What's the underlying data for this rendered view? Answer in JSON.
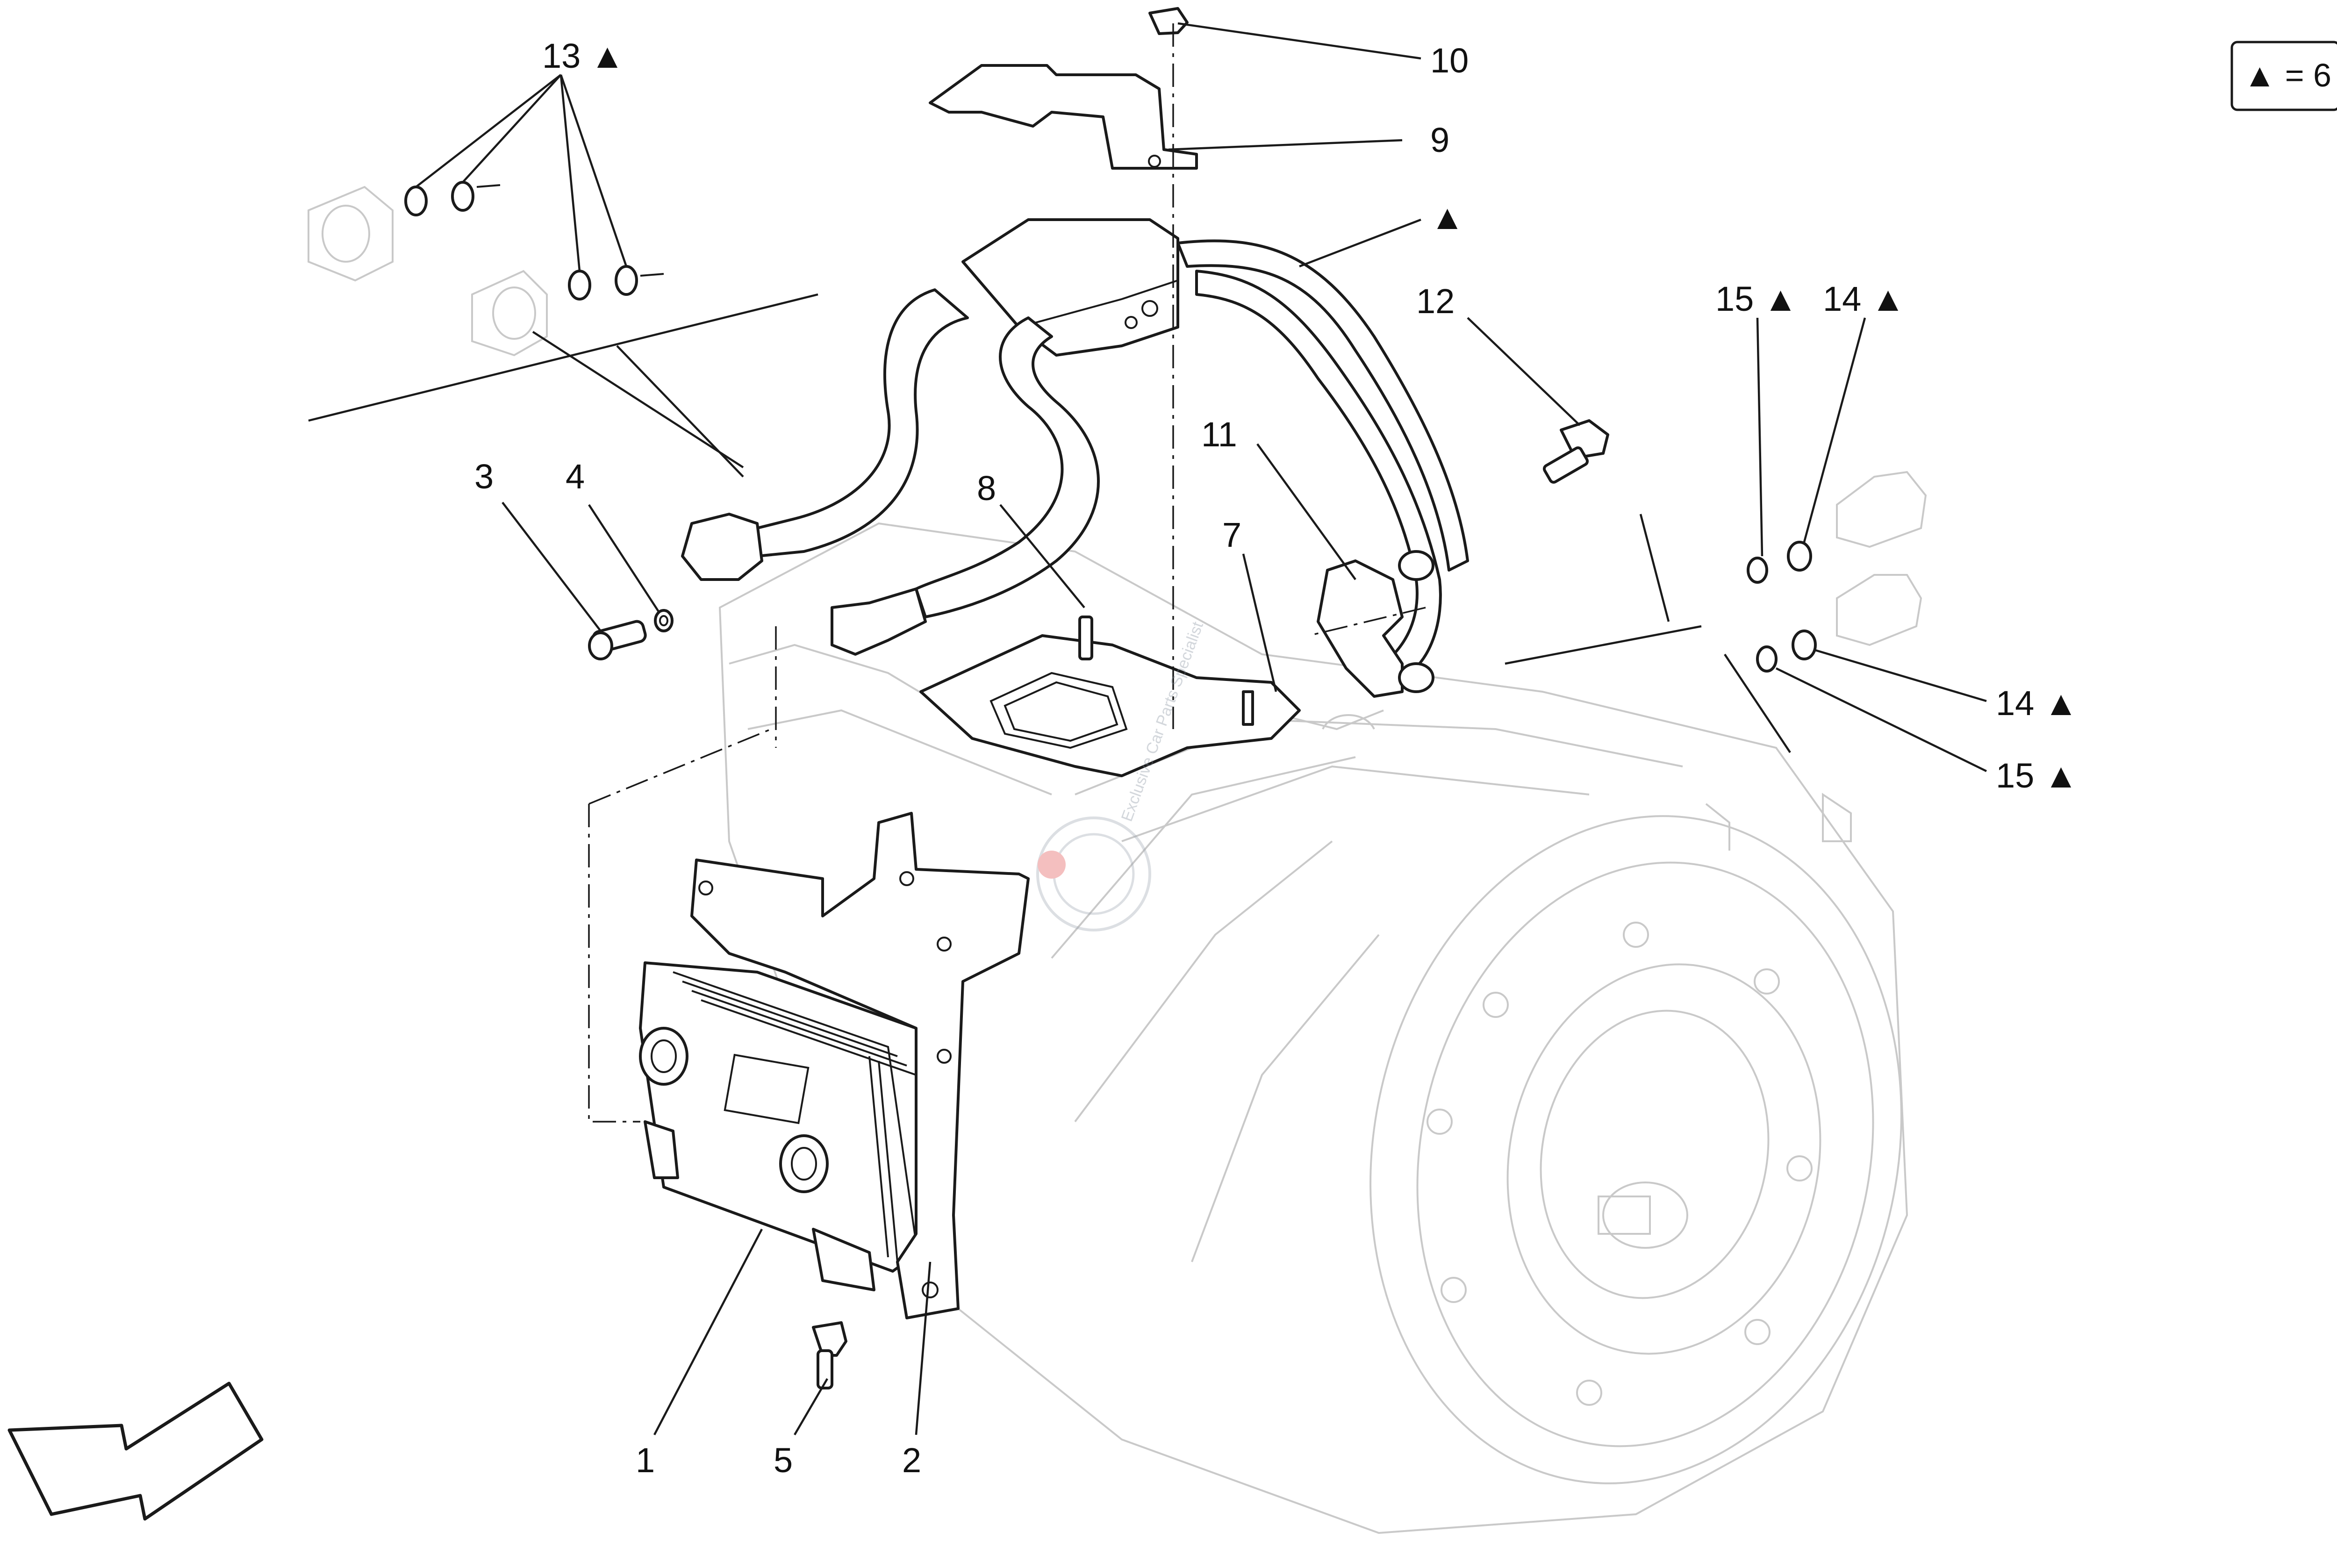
{
  "legend": {
    "text": "▲ = 6"
  },
  "callouts": [
    {
      "id": "c1",
      "label": "1"
    },
    {
      "id": "c2",
      "label": "2"
    },
    {
      "id": "c3",
      "label": "3"
    },
    {
      "id": "c4",
      "label": "4"
    },
    {
      "id": "c5",
      "label": "5"
    },
    {
      "id": "c7",
      "label": "7"
    },
    {
      "id": "c8",
      "label": "8"
    },
    {
      "id": "c9",
      "label": "9"
    },
    {
      "id": "c10",
      "label": "10"
    },
    {
      "id": "c11",
      "label": "11"
    },
    {
      "id": "c12",
      "label": "12"
    },
    {
      "id": "c13",
      "label": "13 ▲"
    },
    {
      "id": "c14a",
      "label": "14 ▲"
    },
    {
      "id": "c15a",
      "label": "15 ▲"
    },
    {
      "id": "c14b",
      "label": "14 ▲"
    },
    {
      "id": "c15b",
      "label": "15 ▲"
    },
    {
      "id": "ctri",
      "label": "▲"
    }
  ],
  "watermark": {
    "text": "Exclusive Car Parts Specialist"
  },
  "colors": {
    "line": "#1a1a1a",
    "ghost": "#c9c9c9",
    "background": "#ffffff"
  }
}
